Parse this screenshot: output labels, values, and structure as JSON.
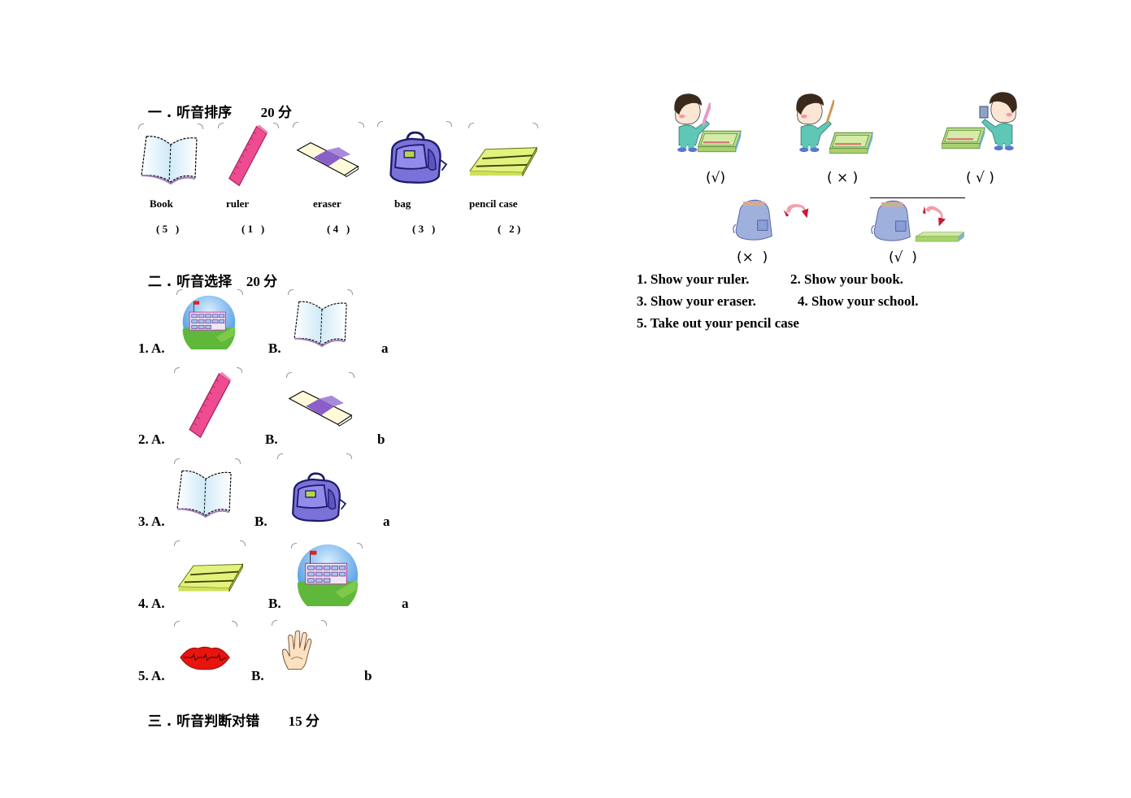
{
  "section1": {
    "heading_title": "一 . 听音排序",
    "heading_points": "20 分",
    "items": [
      {
        "icon": "book-icon",
        "label": "Book",
        "answer": "( 5   )"
      },
      {
        "icon": "ruler-icon",
        "label": "ruler",
        "answer": "( 1   )"
      },
      {
        "icon": "eraser-icon",
        "label": "eraser",
        "answer": "( 4   )"
      },
      {
        "icon": "bag-icon",
        "label": "bag",
        "answer": "( 3   )"
      },
      {
        "icon": "pencil-case-icon",
        "label": "pencil case",
        "answer": "(   2 )"
      }
    ]
  },
  "section2": {
    "heading_title": "二 . 听音选择",
    "heading_points": "20 分",
    "questions": [
      {
        "number": "1. A.",
        "option_a_icon": "school-icon",
        "option_b_label": "B.",
        "option_b_icon": "book-icon",
        "answer": "a"
      },
      {
        "number": "2. A.",
        "option_a_icon": "ruler-icon",
        "option_b_label": "B.",
        "option_b_icon": "eraser-icon",
        "answer": "b"
      },
      {
        "number": "3. A.",
        "option_a_icon": "book-icon",
        "option_b_label": "B.",
        "option_b_icon": "bag-icon",
        "answer": "a"
      },
      {
        "number": "4. A.",
        "option_a_icon": "pencil-case-icon",
        "option_b_label": "B.",
        "option_b_icon": "school-icon",
        "answer": "a"
      },
      {
        "number": "5. A.",
        "option_a_icon": "mouth-icon",
        "option_b_label": "B.",
        "option_b_icon": "hand-icon",
        "answer": "b"
      }
    ]
  },
  "section3": {
    "heading_title": "三 . 听音判断对错",
    "heading_points": "15 分",
    "pictures": [
      {
        "icon": "boy-showing-ruler-icon",
        "mark": "(√)"
      },
      {
        "icon": "boy-showing-pencil-icon",
        "mark": "( × )"
      },
      {
        "icon": "boy-showing-eraser-icon",
        "mark": "( √ )"
      },
      {
        "icon": "bag-open-icon",
        "mark": "(×  )"
      },
      {
        "icon": "bag-take-out-pencil-case-icon",
        "mark": "(√  )"
      }
    ],
    "script": [
      "1. Show your ruler.",
      "2. Show your book.",
      "3. Show your eraser.",
      "4. Show your school.",
      "5. Take out your pencil case"
    ]
  }
}
